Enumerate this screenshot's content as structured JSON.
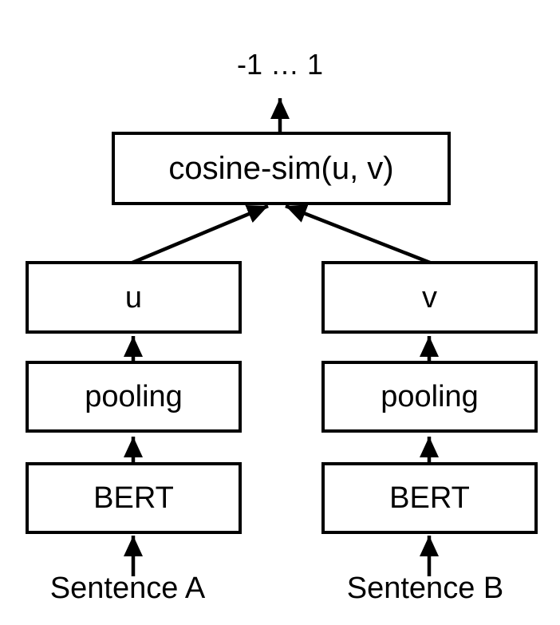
{
  "diagram": {
    "output_label": "-1 … 1",
    "cosine_box_label": "cosine-sim(u, v)",
    "left_branch": {
      "vector_label": "u",
      "pooling_label": "pooling",
      "encoder_label": "BERT",
      "input_label": "Sentence A"
    },
    "right_branch": {
      "vector_label": "v",
      "pooling_label": "pooling",
      "encoder_label": "BERT",
      "input_label": "Sentence B"
    },
    "colors": {
      "stroke": "#000000",
      "box_fill": "#ffffff",
      "background": "#ffffff",
      "text": "#000000"
    }
  }
}
